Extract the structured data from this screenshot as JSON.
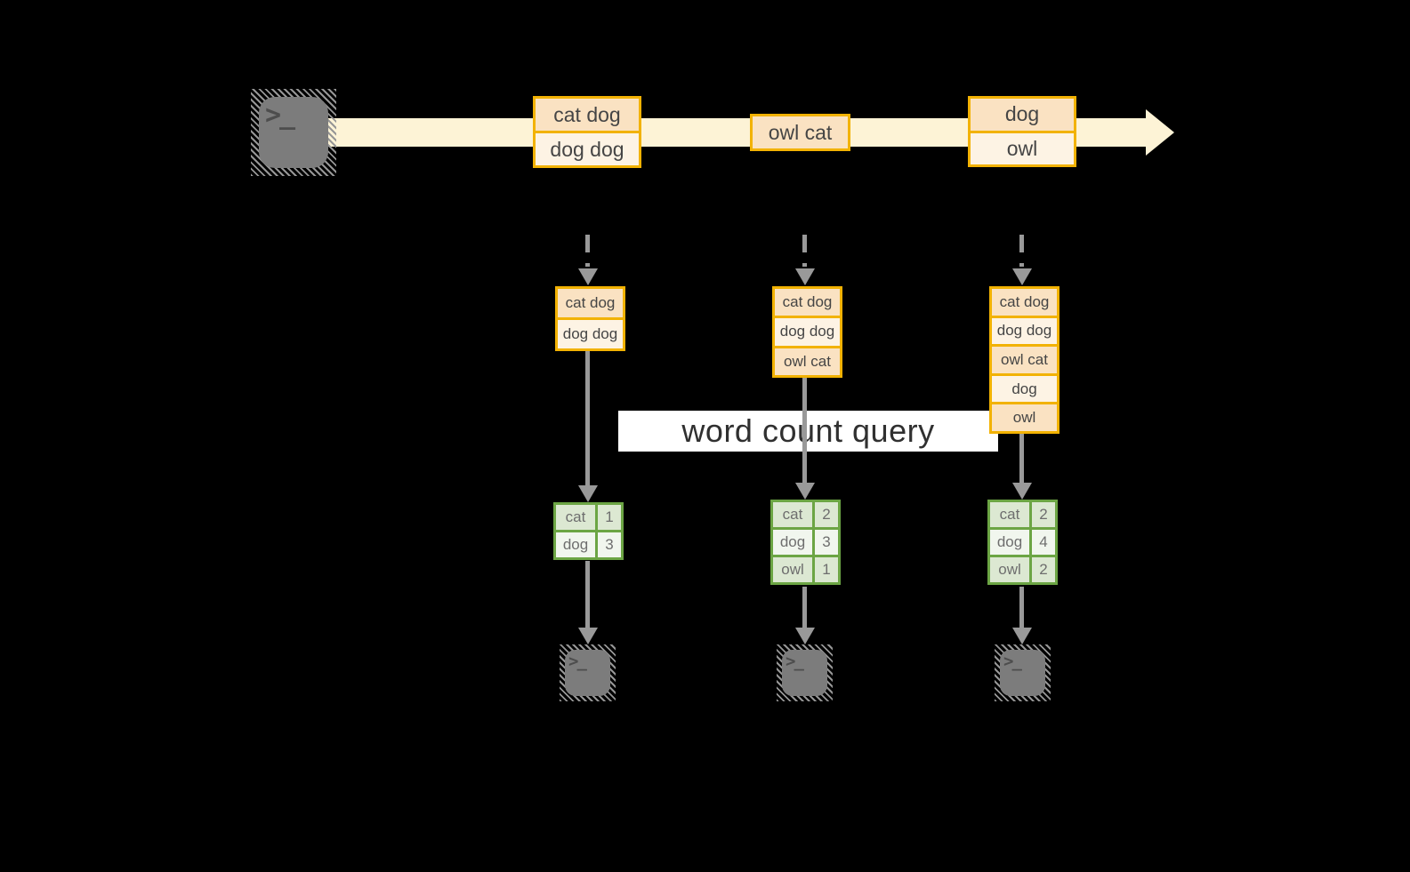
{
  "diagram": {
    "query_label": "word count query"
  },
  "stream": {
    "records": [
      {
        "cells": [
          "cat dog",
          "dog dog"
        ]
      },
      {
        "cells": [
          "owl cat"
        ]
      },
      {
        "cells": [
          "dog",
          "owl"
        ]
      }
    ]
  },
  "columns": [
    {
      "state": [
        "cat dog",
        "dog dog"
      ],
      "counts": [
        {
          "word": "cat",
          "count": "1"
        },
        {
          "word": "dog",
          "count": "3"
        }
      ]
    },
    {
      "state": [
        "cat dog",
        "dog dog",
        "owl cat"
      ],
      "counts": [
        {
          "word": "cat",
          "count": "2"
        },
        {
          "word": "dog",
          "count": "3"
        },
        {
          "word": "owl",
          "count": "1"
        }
      ]
    },
    {
      "state": [
        "cat dog",
        "dog dog",
        "owl cat",
        "dog",
        "owl"
      ],
      "counts": [
        {
          "word": "cat",
          "count": "2"
        },
        {
          "word": "dog",
          "count": "4"
        },
        {
          "word": "owl",
          "count": "2"
        }
      ]
    }
  ],
  "icons": {
    "terminal_glyph": ">_"
  },
  "colors": {
    "background": "#000000",
    "stream_band": "#fdf3d6",
    "orange_border": "#f2b202",
    "record_dark": "#fae2c2",
    "record_light": "#fdf3e4",
    "green_border": "#6ca544",
    "green_row_dark": "#dce8d2",
    "green_row_light": "#f1f6ee",
    "arrow_gray": "#999999",
    "icon_gray": "#7c7c7c",
    "label_bg": "#ffffff"
  }
}
